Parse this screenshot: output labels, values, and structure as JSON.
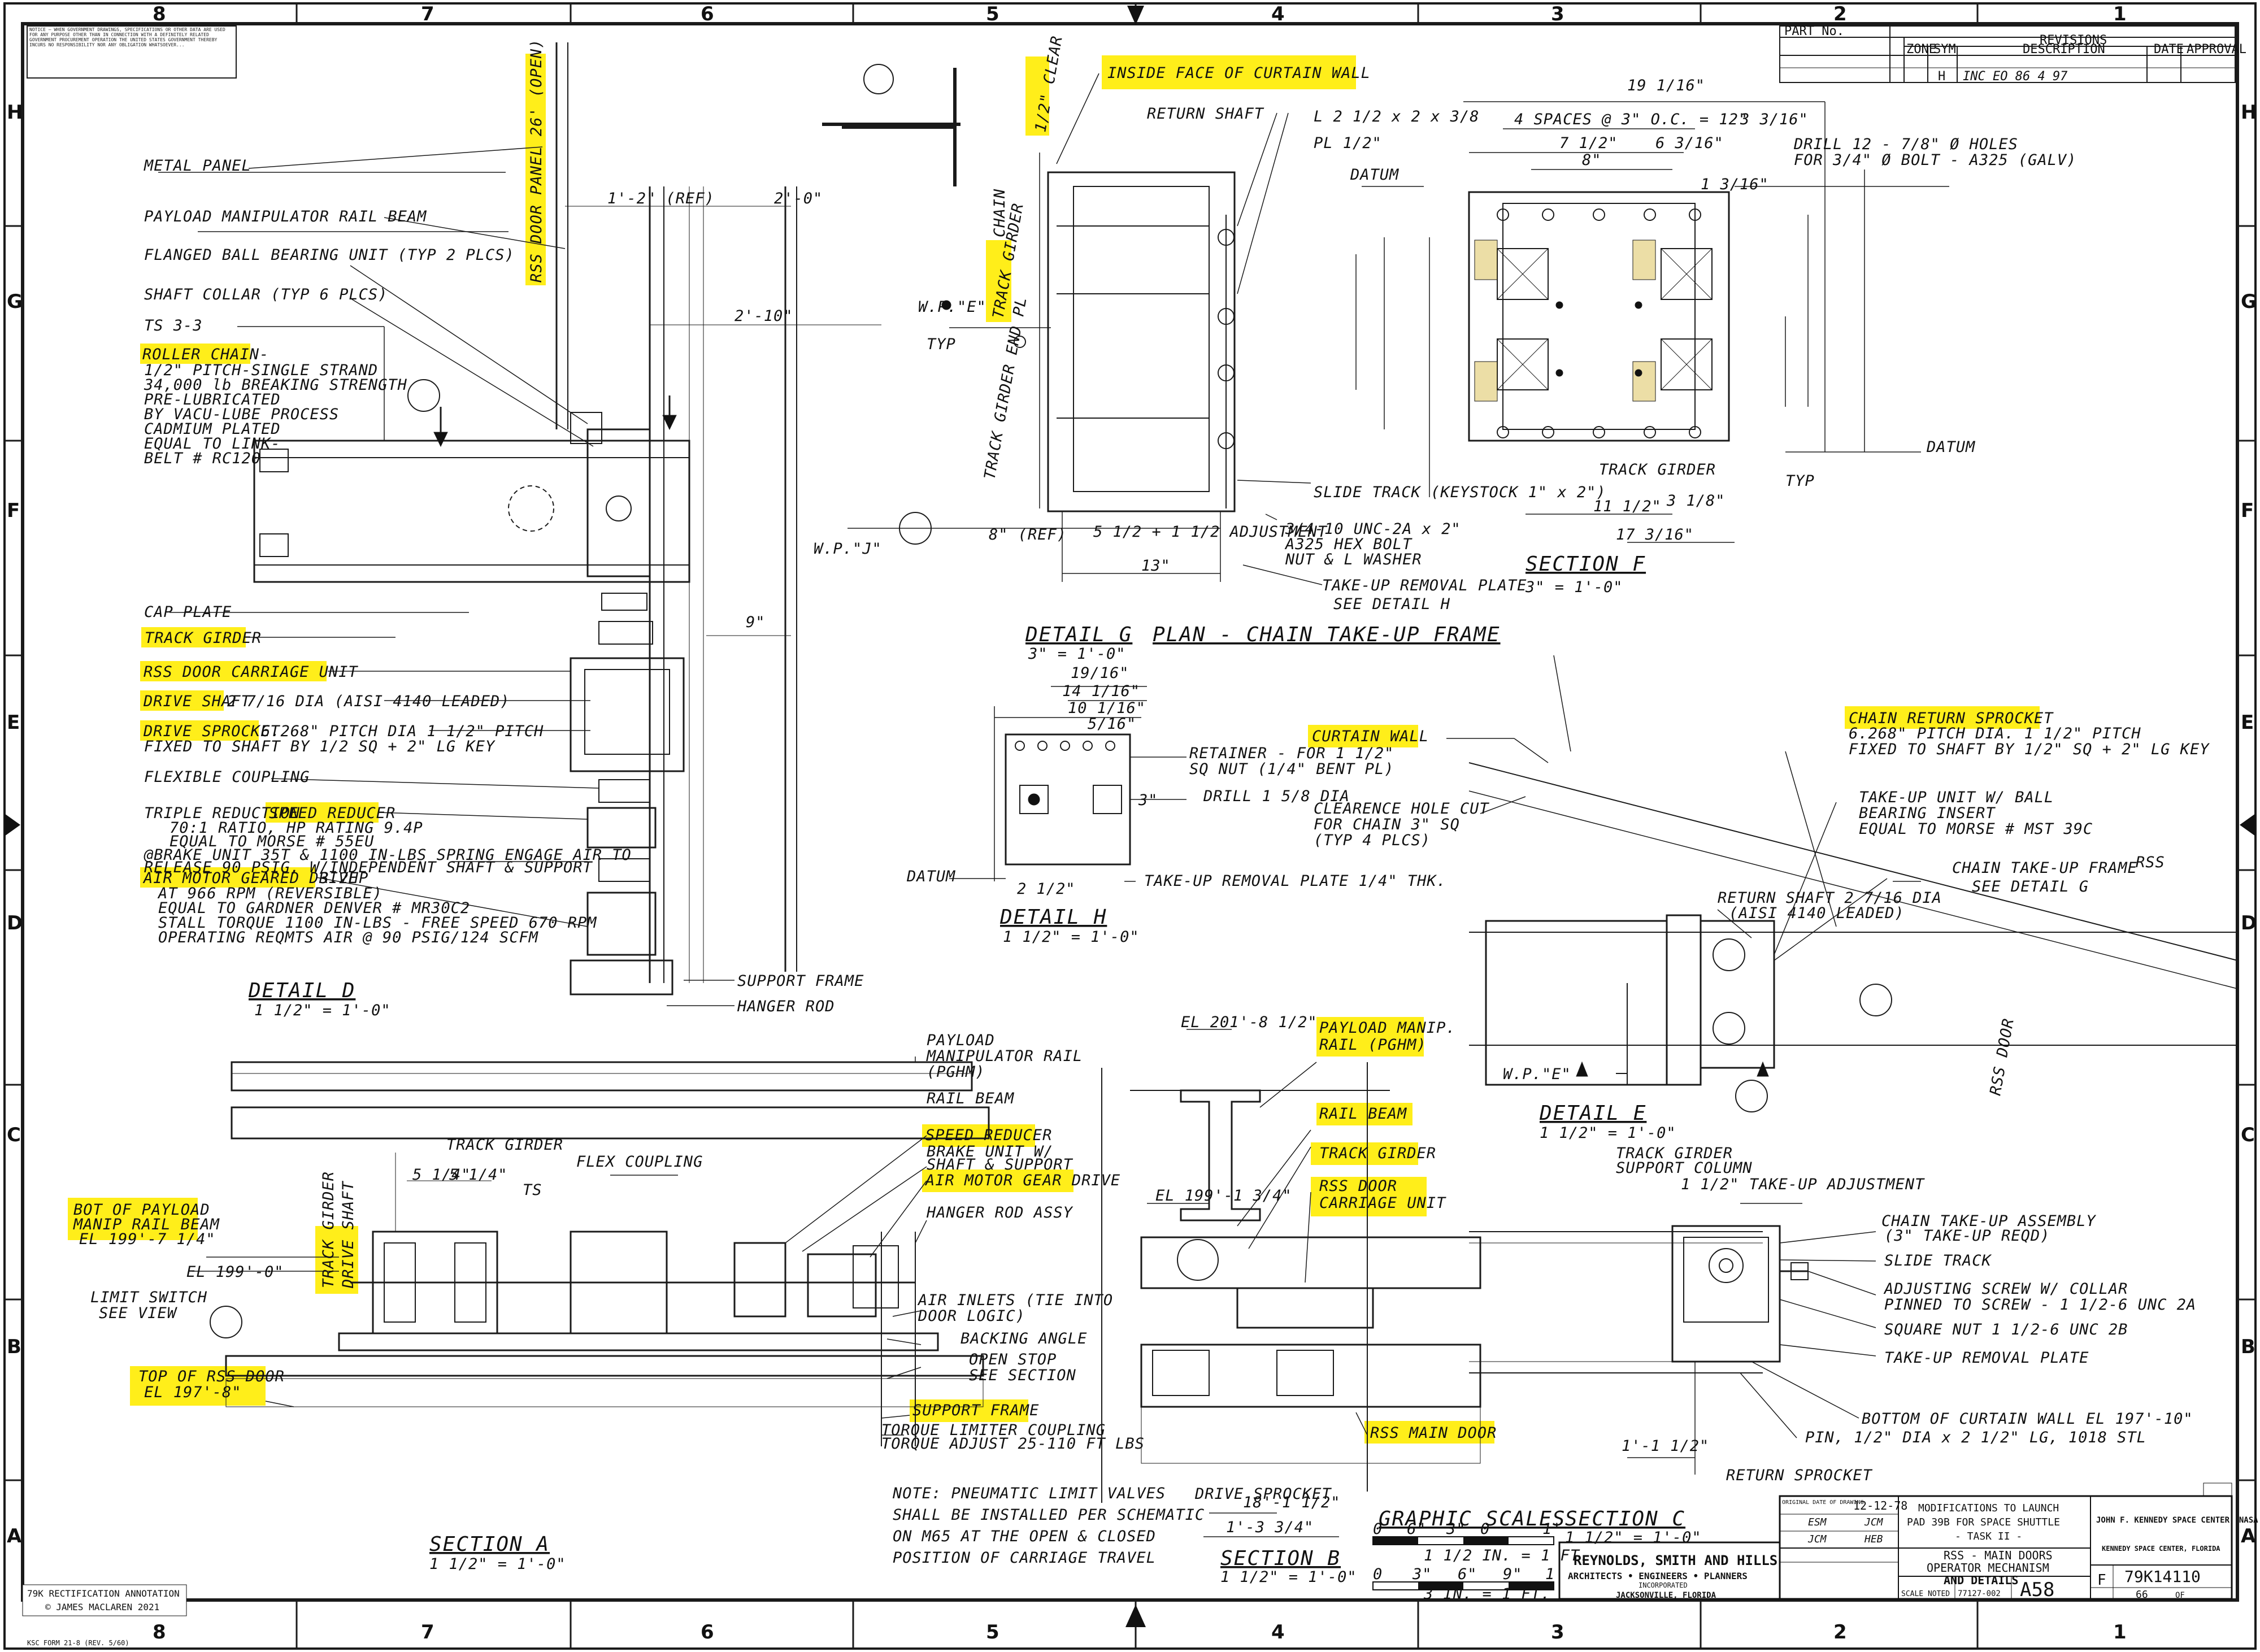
{
  "notice": "NOTICE — WHEN GOVERNMENT DRAWINGS, SPECIFICATIONS OR OTHER DATA ARE USED FOR ANY PURPOSE OTHER THAN IN CONNECTION WITH A DEFINITELY RELATED GOVERNMENT PROCUREMENT OPERATION THE UNITED STATES GOVERNMENT THEREBY INCURS NO RESPONSIBILITY NOR ANY OBLIGATION WHATSOEVER...",
  "grid": {
    "columns": [
      "8",
      "7",
      "6",
      "5",
      "4",
      "3",
      "2",
      "1"
    ],
    "rows": [
      "H",
      "G",
      "F",
      "E",
      "D",
      "C",
      "B",
      "A"
    ]
  },
  "revisions": {
    "part_no": "PART No.",
    "title": "REVISIONS",
    "headers": [
      "ZONE",
      "SYM",
      "DESCRIPTION",
      "DATE",
      "APPROVAL"
    ],
    "rows": [
      {
        "sym": "H",
        "description": "INC EO 86 4 97"
      }
    ]
  },
  "detail_d": {
    "labels": {
      "metal_panel": "METAL PANEL",
      "rail_beam": "PAYLOAD MANIPULATOR RAIL BEAM",
      "flanged": "FLANGED BALL BEARING UNIT (TYP 2 PLCS)",
      "shaft_collar": "SHAFT COLLAR (TYP 6 PLCS)",
      "ts": "TS 3-3",
      "roller_chain": "ROLLER CHAIN-",
      "roller_chain_spec": [
        "1/2\" PITCH-SINGLE STRAND",
        "34,000 lb BREAKING STRENGTH",
        "PRE-LUBRICATED",
        "BY VACU-LUBE PROCESS",
        "CADMIUM PLATED",
        "EQUAL TO LINK-",
        "BELT # RC120"
      ],
      "cap_plate": "CAP PLATE",
      "track_girder": "TRACK GIRDER",
      "rss_carriage": "RSS DOOR CARRIAGE UNIT",
      "drive_shaft": "DRIVE SHAFT",
      "drive_shaft_spec": "2 7/16 DIA (AISI 4140 LEADED)",
      "drive_sprocket": "DRIVE SPROCKET",
      "drive_sprocket_spec": [
        "6.268\" PITCH DIA 1 1/2\" PITCH",
        "FIXED TO SHAFT BY 1/2 SQ + 2\" LG KEY"
      ],
      "flex_coupling": "FLEXIBLE COUPLING",
      "triple_reduction": "TRIPLE REDUCTION",
      "speed_reducer": "SPEED REDUCER",
      "reducer_spec": [
        "70:1 RATIO, HP RATING 9.4P",
        "EQUAL TO MORSE # 55EU",
        "@BRAKE UNIT 35T & 1100 IN-LBS SPRING ENGAGE AIR TO",
        "RELEASE 90 PSIG, W/INDEPENDENT SHAFT & SUPPORT"
      ],
      "air_motor": "AIR MOTOR GEARED DRIVE",
      "air_motor_spec": [
        "3.2HP",
        "AT 966 RPM (REVERSIBLE)",
        "EQUAL TO GARDNER DENVER # MR30C2",
        "STALL TORQUE 1100 IN-LBS - FREE SPEED 670 RPM",
        "OPERATING REQMTS AIR @ 90 PSIG/124 SCFM"
      ],
      "support_frame": "SUPPORT FRAME",
      "hanger_rod": "HANGER ROD",
      "rss_panel": "RSS DOOR PANEL 26' (OPEN)",
      "dim_12": "1'-2\" (REF)",
      "dim_20": "2'-0\"",
      "dim_210": "2'-10\"",
      "dim_9": "9\"",
      "wpj": "W.P.\"J\""
    },
    "title": "DETAIL D",
    "scale": "1 1/2\" = 1'-0\""
  },
  "detail_top": {
    "inside_face": "INSIDE FACE OF CURTAIN WALL",
    "clear": "1/2\" CLEAR",
    "return_shaft": "RETURN SHAFT",
    "angle": "L 2 1/2 x 2 x 3/8",
    "plate": "PL 1/2\"",
    "datum": "DATUM",
    "track": "TRACK GIRDER",
    "track_end": "TRACK GIRDER END PL",
    "chain": "CHAIN",
    "wpe": "W.P.\"E\"",
    "typ": "TYP",
    "slide_track": "SLIDE TRACK (KEYSTOCK 1\" x 2\")",
    "bolt": [
      "3/4-10 UNC-2A x 2\"",
      "A325 HEX BOLT",
      "NUT & L WASHER"
    ],
    "take_up_plate": [
      "TAKE-UP REMOVAL PLATE",
      "SEE DETAIL H"
    ],
    "adjustment": "5 1/2 + 1 1/2 ADJUSTMENT",
    "dim_13": "13\"",
    "dim_8ref": "8\" (REF)"
  },
  "section_f": {
    "title": "SECTION F",
    "scale": "3\" = 1'-0\"",
    "dims": [
      "19 1/16\"",
      "4 SPACES @ 3\" O.C. = 12\"",
      "7 1/2\"",
      "8\"",
      "6 3/16\"",
      "3 3/16\"",
      "1 3/16\"",
      "17 3/16\"",
      "11 1/2\"",
      "3 1/8\""
    ],
    "drill": [
      "DRILL 12 - 7/8\" Ø HOLES",
      "FOR 3/4\" Ø BOLT - A325 (GALV)"
    ],
    "track_girder": "TRACK GIRDER",
    "datum": "DATUM",
    "typ": "TYP"
  },
  "detail_g": {
    "title": "DETAIL G",
    "subtitle": "PLAN - CHAIN TAKE-UP FRAME",
    "scale": "3\" = 1'-0\""
  },
  "detail_h": {
    "title": "DETAIL H",
    "scale": "1 1/2\" = 1'-0\"",
    "retainer": [
      "RETAINER - FOR 1 1/2\"",
      "SQ NUT (1/4\" BENT PL)"
    ],
    "drill": "DRILL 1 5/8 DIA",
    "plate": "TAKE-UP REMOVAL PLATE 1/4\" THK.",
    "datum": "DATUM",
    "dims": [
      "19/16\"",
      "14 1/16\"",
      "10 1/16\"",
      "5/16\"",
      "3\"",
      "2 1/2\""
    ]
  },
  "detail_e": {
    "title": "DETAIL E",
    "scale": "1 1/2\" = 1'-0\"",
    "curtain_wall": "CURTAIN WALL",
    "clearance": [
      "CLEARENCE HOLE CUT",
      "FOR CHAIN 3\" SQ",
      "(TYP 4 PLCS)"
    ],
    "chain_return": "CHAIN RETURN SPROCKET",
    "chain_return_spec": [
      "6.268\" PITCH DIA. 1 1/2\" PITCH",
      "FIXED TO SHAFT BY 1/2\" SQ + 2\" LG KEY"
    ],
    "take_up_unit": [
      "TAKE-UP UNIT W/ BALL",
      "BEARING INSERT",
      "EQUAL TO MORSE # MST 39C"
    ],
    "chain_frame": [
      "CHAIN TAKE-UP FRAME",
      "SEE DETAIL G"
    ],
    "return_shaft": [
      "RETURN SHAFT 2 7/16 DIA",
      "(AISI 4140 LEADED)"
    ],
    "rss": "RSS",
    "rss_door": "RSS DOOR",
    "wpe": "W.P.\"E\""
  },
  "section_a": {
    "title": "SECTION A",
    "scale": "1 1/2\" = 1'-0\"",
    "track_girder": "TRACK GIRDER",
    "flex": "FLEX COUPLING",
    "ts": "TS",
    "bot_payload": [
      "BOT OF PAYLOAD",
      "MANIP RAIL BEAM",
      "EL 199'-7 1/4\""
    ],
    "el_199": "EL 199'-0\"",
    "limit_switch": [
      "LIMIT SWITCH",
      "SEE VIEW"
    ],
    "top_rss": [
      "TOP OF RSS DOOR",
      "EL 197'-8\""
    ],
    "payload_rail": [
      "PAYLOAD",
      "MANIPULATOR RAIL",
      "(PGHM)"
    ],
    "rail_beam": "RAIL BEAM",
    "speed_reducer": "SPEED REDUCER",
    "brake": [
      "BRAKE UNIT W/",
      "SHAFT & SUPPORT"
    ],
    "air_motor": "AIR MOTOR GEAR DRIVE",
    "hanger": "HANGER ROD ASSY",
    "air_inlets": [
      "AIR INLETS (TIE INTO",
      "DOOR LOGIC)"
    ],
    "backing": "BACKING ANGLE",
    "open_stop": [
      "OPEN STOP",
      "SEE SECTION"
    ],
    "support_frame": "SUPPORT FRAME",
    "torque": [
      "TORQUE LIMITER COUPLING",
      "TORQUE ADJUST 25-110 FT LBS"
    ],
    "dims": [
      "5 1/4\"",
      "5 1/4\""
    ],
    "track_tag": "TRACK GIRDER",
    "drive_tag": "DRIVE SHAFT"
  },
  "note": [
    "NOTE: PNEUMATIC LIMIT VALVES",
    "SHALL BE INSTALLED PER SCHEMATIC",
    "ON M65 AT THE OPEN & CLOSED",
    "POSITION OF CARRIAGE TRAVEL"
  ],
  "section_b": {
    "title": "SECTION B",
    "scale": "1 1/2\" = 1'-0\"",
    "el_201": "EL 201'-8 1/2\"",
    "el_199": "EL 199'-1 3/4\"",
    "payload_rail": [
      "PAYLOAD MANIP.",
      "RAIL (PGHM)"
    ],
    "rail_beam": "RAIL BEAM",
    "track": "TRACK GIRDER",
    "carriage": [
      "RSS DOOR",
      "CARRIAGE UNIT"
    ],
    "main_door": "RSS MAIN DOOR",
    "drive_sprocket": "DRIVE SPROCKET",
    "dim_18": "18'-1 1/2\"",
    "dim_13": "1'-3 3/4\""
  },
  "section_c": {
    "title": "SECTION C",
    "scale": "1 1/2\" = 1'-0\"",
    "support_col": [
      "TRACK GIRDER",
      "SUPPORT COLUMN"
    ],
    "adjust": "1 1/2\" TAKE-UP ADJUSTMENT",
    "chain_assy": [
      "CHAIN TAKE-UP ASSEMBLY",
      "(3\" TAKE-UP REQD)"
    ],
    "slide": "SLIDE TRACK",
    "adjusting": [
      "ADJUSTING SCREW W/ COLLAR",
      "PINNED TO SCREW - 1 1/2-6 UNC 2A"
    ],
    "square_nut": "SQUARE NUT 1 1/2-6 UNC 2B",
    "plate": "TAKE-UP REMOVAL PLATE",
    "bottom": "BOTTOM OF CURTAIN WALL EL 197'-10\"",
    "pin": "PIN, 1/2\" DIA x 2 1/2\" LG, 1018 STL",
    "return": "RETURN SPROCKET",
    "dim": "1'-1 1/2\""
  },
  "scales": {
    "title": "GRAPHIC SCALES",
    "one_half": "1 1/2 IN. = 1 FT.",
    "three": "3 IN. = 1 FT.",
    "ticks_a": [
      "0",
      "6\"",
      "3\"",
      "0",
      "1'"
    ],
    "ticks_b": [
      "0",
      "3\"",
      "6\"",
      "9\"",
      "1'"
    ]
  },
  "title_block": {
    "firm": "REYNOLDS, SMITH AND HILLS",
    "firm_sub": "ARCHITECTS • ENGINEERS • PLANNERS",
    "inc": "INCORPORATED",
    "city": "JACKSONVILLE, FLORIDA",
    "orig_date_label": "ORIGINAL DATE OF DRAWING",
    "orig_date": "12-12-78",
    "drafted": "ESM",
    "checked": "JCM",
    "designed": "JCM",
    "engineer": "HEB",
    "project": [
      "MODIFICATIONS TO LAUNCH",
      "PAD 39B FOR SPACE SHUTTLE",
      "- TASK II -"
    ],
    "title": [
      "RSS - MAIN DOORS",
      "OPERATOR MECHANISM",
      "AND DETAILS"
    ],
    "agency": "JOHN F. KENNEDY SPACE CENTER, NASA",
    "agency_sub": "KENNEDY SPACE CENTER, FLORIDA",
    "scale": "SCALE NOTED",
    "job": "77127-002",
    "sheet_id": "A58",
    "size": "F",
    "dwg_no": "79K14110",
    "sheet": "66",
    "of": "OF"
  },
  "footer": {
    "annot": "79K RECTIFICATION ANNOTATION",
    "copyright": "© JAMES MACLAREN 2021",
    "ksc": "KSC FORM 21-8 (REV. 5/60)"
  },
  "colors": {
    "highlight": "#ffee1a",
    "ink": "#1a1a1a",
    "paper": "#ffffff"
  }
}
